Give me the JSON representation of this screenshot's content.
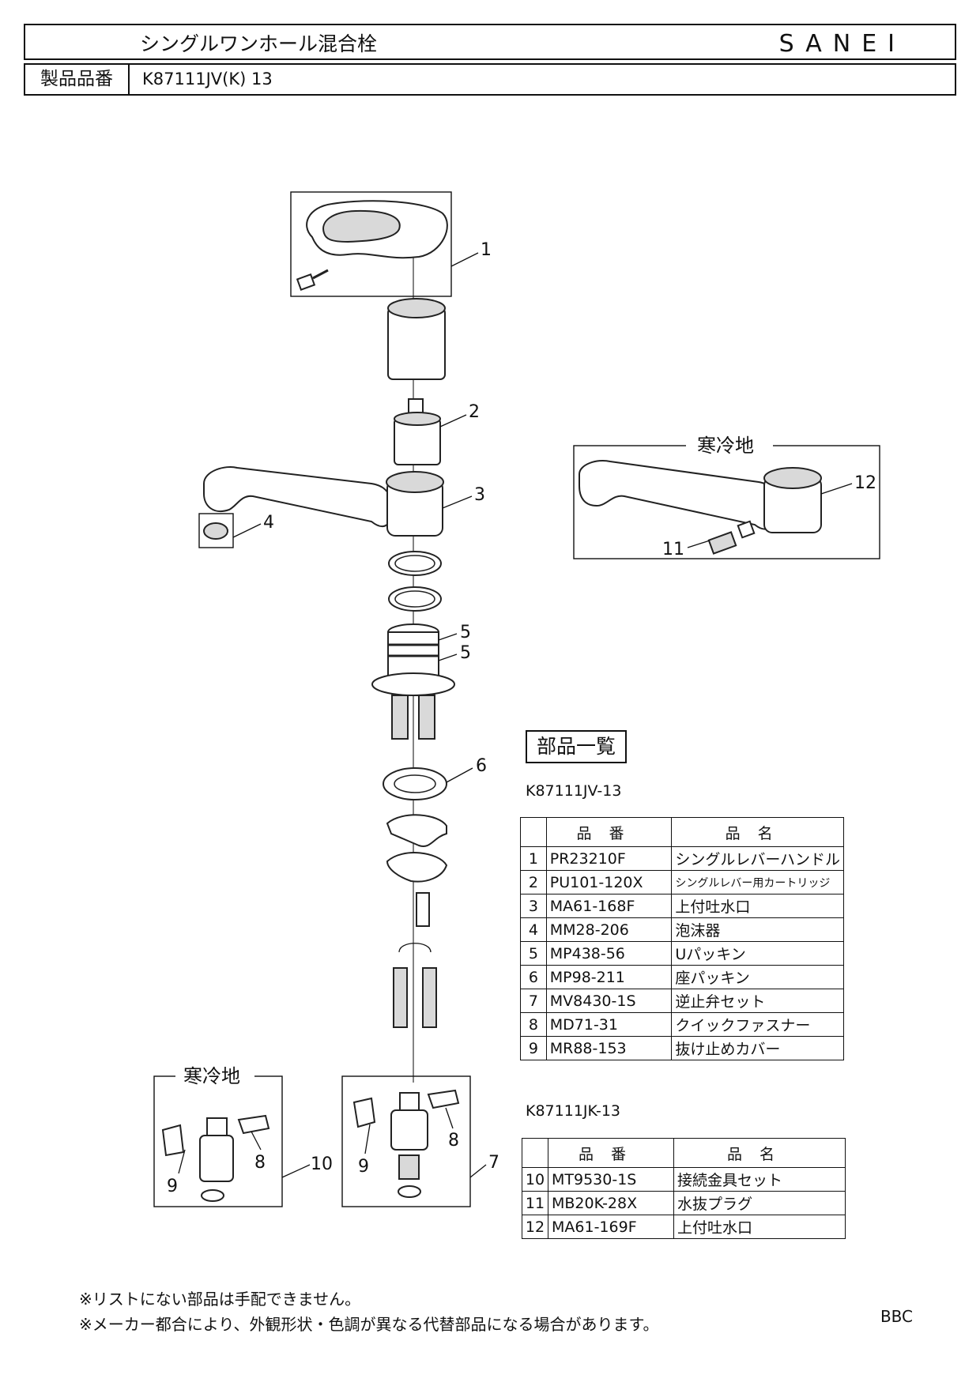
{
  "header": {
    "title": "シングルワンホール混合栓",
    "brand": "SANEI",
    "product_no_label": "製品品番",
    "product_no": "K87111JV(K)  13"
  },
  "diagram": {
    "callouts": [
      "1",
      "2",
      "3",
      "4",
      "5",
      "5",
      "6",
      "7",
      "8",
      "9",
      "10",
      "8",
      "9",
      "11",
      "12"
    ],
    "cold_region_label": "寒冷地"
  },
  "parts_heading": "部品一覧",
  "table1": {
    "model": "K87111JV-13",
    "headers": [
      "品番",
      "品名"
    ],
    "rows": [
      {
        "no": "1",
        "code": "PR23210F",
        "name": "シングルレバーハンドル"
      },
      {
        "no": "2",
        "code": "PU101-120X",
        "name": "シングルレバー用カートリッジ"
      },
      {
        "no": "3",
        "code": "MA61-168F",
        "name": "上付吐水口"
      },
      {
        "no": "4",
        "code": "MM28-206",
        "name": "泡沫器"
      },
      {
        "no": "5",
        "code": "MP438-56",
        "name": "Uパッキン"
      },
      {
        "no": "6",
        "code": "MP98-211",
        "name": "座パッキン"
      },
      {
        "no": "7",
        "code": "MV8430-1S",
        "name": "逆止弁セット"
      },
      {
        "no": "8",
        "code": "MD71-31",
        "name": "クイックファスナー"
      },
      {
        "no": "9",
        "code": "MR88-153",
        "name": "抜け止めカバー"
      }
    ]
  },
  "table2": {
    "model": "K87111JK-13",
    "headers": [
      "品番",
      "品名"
    ],
    "rows": [
      {
        "no": "10",
        "code": "MT9530-1S",
        "name": "接続金具セット"
      },
      {
        "no": "11",
        "code": "MB20K-28X",
        "name": "水抜プラグ"
      },
      {
        "no": "12",
        "code": "MA61-169F",
        "name": "上付吐水口"
      }
    ]
  },
  "notes": [
    "※リストにない部品は手配できません。",
    "※メーカー都合により、外観形状・色調が異なる代替部品になる場合があります。"
  ],
  "doc_code": "BBC"
}
